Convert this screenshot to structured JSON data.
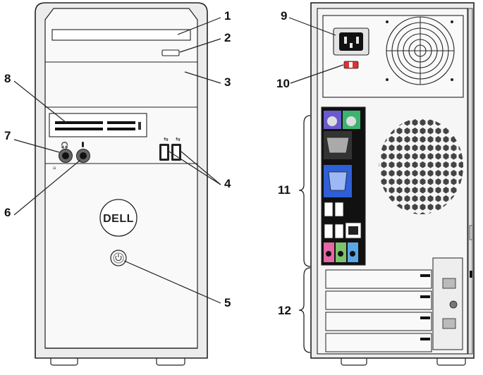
{
  "front_panel": {
    "logo_text": "DELL",
    "headphone_symbol": "headphone-icon",
    "microphone_symbol": "microphone-icon",
    "usb_symbol": "usb-icon",
    "power_symbol": "power-icon"
  },
  "back_panel": {
    "power_switch_color": "#e03030"
  },
  "callouts": {
    "c1": "1",
    "c2": "2",
    "c3": "3",
    "c4": "4",
    "c5": "5",
    "c6": "6",
    "c7": "7",
    "c8": "8",
    "c9": "9",
    "c10": "10",
    "c11": "11",
    "c12": "12"
  },
  "colors": {
    "line": "#222222",
    "panel_fill": "#f2f2f2",
    "io_black": "#111111",
    "ps2_keyboard": "#6a5acd",
    "ps2_mouse": "#3cb371",
    "vga": "#2e5fd6",
    "audio_pink": "#e667a6",
    "audio_green": "#7cc36b",
    "audio_blue": "#5aa7e6"
  }
}
